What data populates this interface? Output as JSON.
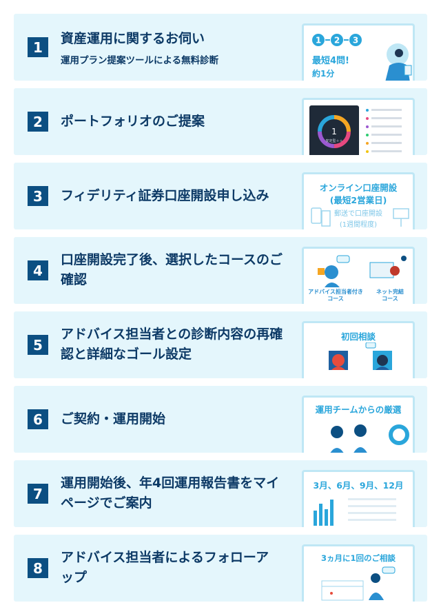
{
  "steps": [
    {
      "num": "1",
      "title": "資産運用に関するお伺い",
      "subtitle": "運用プラン提案ツールによる無料診断",
      "card": {
        "b1": "1",
        "b2": "2",
        "b3": "3",
        "l1": "最短4問!",
        "l2": "約1分"
      }
    },
    {
      "num": "2",
      "title": "ポートフォリオのご提案",
      "card": {
        "donut": "1",
        "donut_sub": "安定型＋＋"
      }
    },
    {
      "num": "3",
      "title": "フィデリティ証券口座開設申し込み",
      "card": {
        "l1": "オンライン口座開設",
        "l2": "(最短2営業日)",
        "l3": "郵送で口座開設",
        "l4": "(1週間程度)"
      }
    },
    {
      "num": "4",
      "title": "口座開設完了後、選択したコースのご確認",
      "card": {
        "c1a": "アドバイス担当者付き",
        "c1b": "コース",
        "c2a": "ネット完結",
        "c2b": "コース"
      }
    },
    {
      "num": "5",
      "title": "アドバイス担当者との診断内容の再確認と詳細なゴール設定",
      "card": {
        "l1": "初回相談"
      }
    },
    {
      "num": "6",
      "title": "ご契約・運用開始",
      "card": {
        "l1": "運用チームからの厳選"
      }
    },
    {
      "num": "7",
      "title": "運用開始後、年4回運用報告書をマイページでご案内",
      "card": {
        "l1": "3月、6月、9月、12月"
      }
    },
    {
      "num": "8",
      "title": "アドバイス担当者によるフォローアップ",
      "card": {
        "l1": "3ヵ月に1回のご相談"
      }
    }
  ],
  "colors": {
    "panel": "#e4f6fc",
    "badge": "#0c4f82",
    "accent": "#2aa6db",
    "title": "#0d3a66"
  }
}
